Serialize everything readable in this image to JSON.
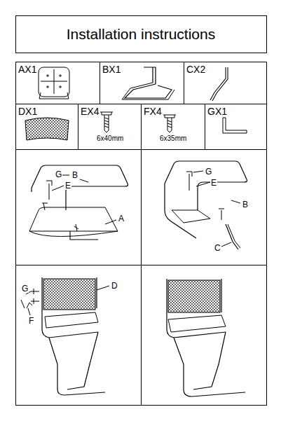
{
  "diagram": {
    "title": "Installation instructions",
    "nodes": [
      {
        "text": [
          "AX1"
        ]
      },
      {
        "text": [
          "BX1"
        ]
      },
      {
        "text": [
          "CX2"
        ]
      },
      {
        "text": [
          "DX1"
        ]
      },
      {
        "text": [
          "EX4",
          "6x40mm"
        ]
      },
      {
        "text": [
          "FX4",
          "6x35mm"
        ]
      },
      {
        "text": [
          "GX1"
        ]
      }
    ],
    "labels": [
      "G",
      "B",
      "E",
      "A",
      "G",
      "E",
      "B",
      "C",
      "G",
      "D",
      "F"
    ]
  }
}
